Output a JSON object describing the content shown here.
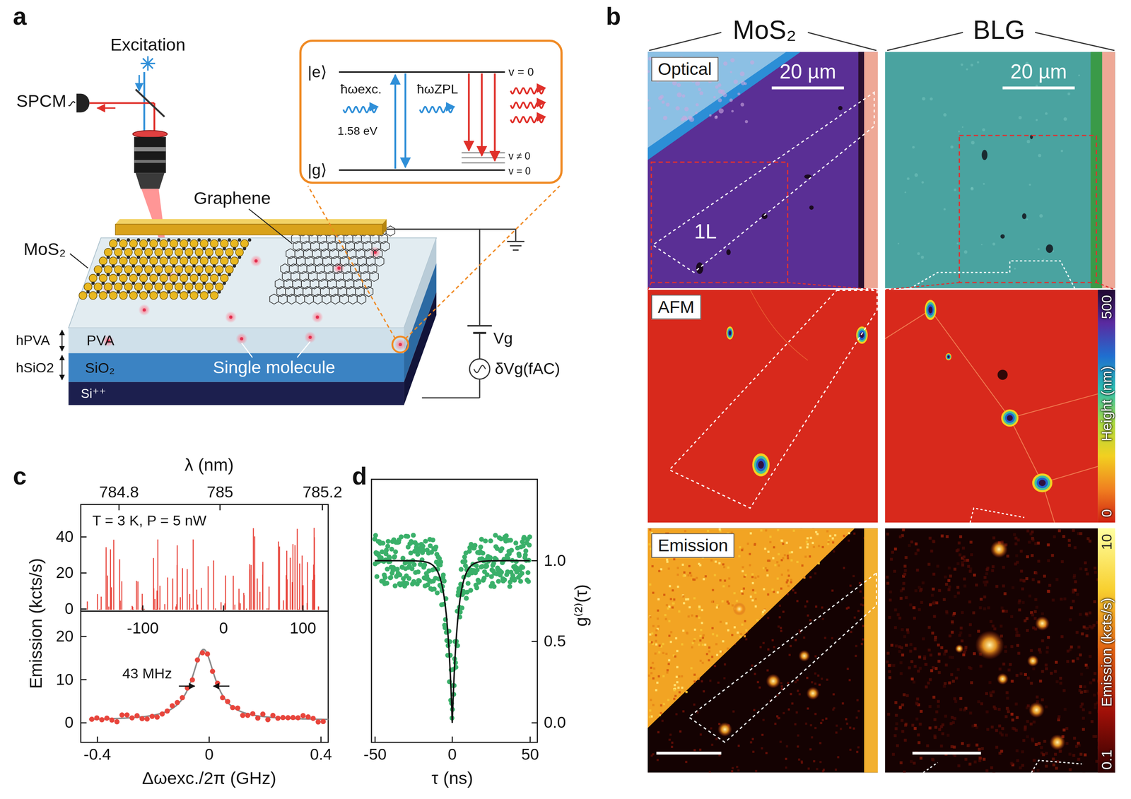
{
  "diagram": {
    "nodes": [
      {
        "text": [
          "|e⟩",
          "|g⟩",
          "ħωexc.",
          "1.58 eV",
          "ħωZPL",
          "v = 0",
          "v ≠ 0",
          "v = 0"
        ]
      },
      {
        "text": [
          "Optical"
        ]
      },
      {
        "text": [
          "AFM"
        ]
      },
      {
        "text": [
          "Emission"
        ]
      }
    ],
    "labels": [
      "a",
      "b",
      "c",
      "d",
      "Excitation",
      "SPCM",
      "Graphene",
      "MoS₂",
      "hPVA",
      "PVA",
      "hSiO2",
      "SiO₂",
      "Si⁺⁺",
      "Single molecule",
      "Vg",
      "δVg(fAC)",
      "MoS₂",
      "BLG",
      "20 µm",
      "20 µm",
      "1L",
      "500",
      "Height (nm)",
      "0",
      "10",
      "Emission (kcts/s)",
      "0.1",
      "λ (nm)",
      "784.8",
      "785",
      "785.2",
      "T = 3 K, P = 5 nW",
      "40",
      "20",
      "0",
      "-100",
      "0",
      "100",
      "20",
      "10",
      "0",
      "43 MHz",
      "-0.4",
      "0",
      "0.4",
      "Δωexc./2π (GHz)",
      "Emission (kcts/s)",
      "-50",
      "0",
      "50",
      "τ (ns)",
      "1.0",
      "0.5",
      "0.0",
      "g⁽²⁾(τ)"
    ]
  }
}
